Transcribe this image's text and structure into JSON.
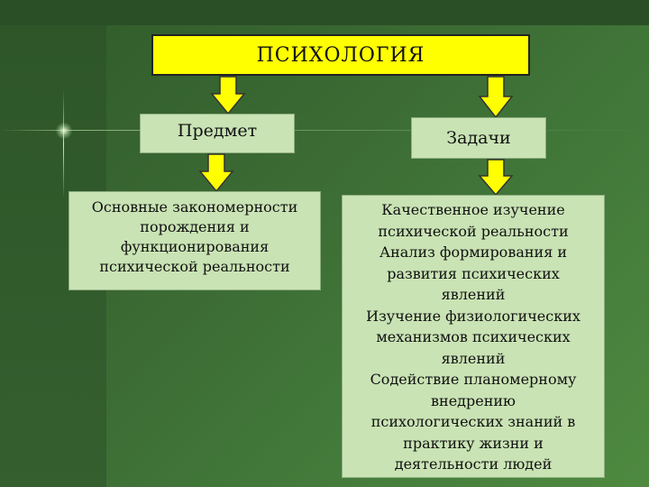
{
  "title": "ПСИХОЛОГИЯ",
  "left_branch": {
    "header": "Предмет",
    "content": [
      "Основные закономерности",
      "порождения и",
      "функционирования",
      "психической реальности"
    ]
  },
  "right_branch": {
    "header": "Задачи",
    "content": [
      "Качественное изучение",
      "психической реальности",
      "Анализ формирования и",
      "развития психических",
      "явлений",
      "Изучение физиологических",
      "механизмов психических",
      "явлений",
      "Содействие планомерному",
      "внедрению",
      "психологических знаний в",
      "практику жизни и",
      "деятельности людей"
    ]
  },
  "colors": {
    "title_bg": "#ffff00",
    "box_bg": "#c9e3b4",
    "arrow": "#ffff00"
  }
}
